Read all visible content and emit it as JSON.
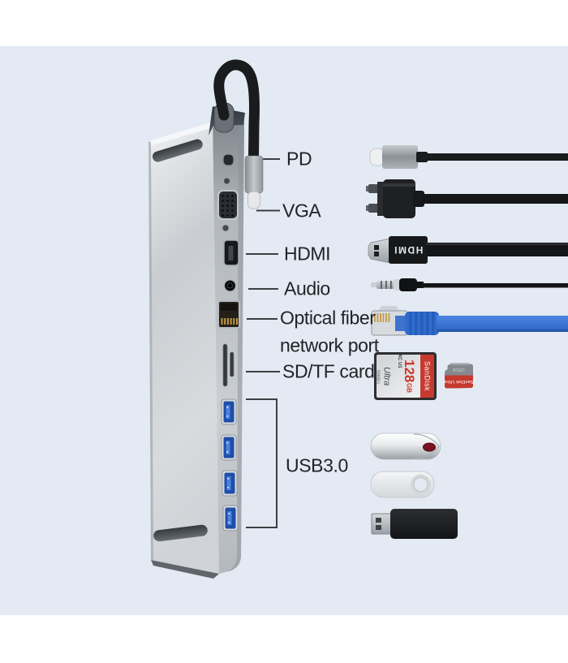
{
  "colors": {
    "background_panel": "#e3eaf3",
    "frame": "#ffffff",
    "label_text": "#212326",
    "leader_line": "#3d3f41",
    "usb_port_blue": "#2a5cb8",
    "ethernet_blue": "#2f6cd0",
    "sandisk_red": "#c73a30"
  },
  "port_labels": {
    "pd": "PD",
    "vga": "VGA",
    "hdmi": "HDMI",
    "audio": "Audio",
    "ethernet_line1": "Optical fiber",
    "ethernet_line2": "network port",
    "sd_tf": "SD/TF card",
    "usb3": "USB3.0"
  },
  "hdmi_cable": {
    "connector_text": "HDMI"
  },
  "sd_card": {
    "brand": "SanDisk",
    "series": "Ultra",
    "capacity": "128",
    "capacity_unit": "GB",
    "speed": "80MB/s",
    "card_type": "XC",
    "speed_class": "U1"
  },
  "micro_sd_card": {
    "brand": "SanDisk",
    "series": "Ultra",
    "capacity": "128GB"
  },
  "accessory_names": [
    "usb-c-cable",
    "vga-cable",
    "hdmi-cable",
    "audio-cable",
    "ethernet-cable",
    "sd-card",
    "micro-sd-card",
    "usb-flash-drive-metal",
    "usb-flash-drive-white",
    "usb-flash-drive-black"
  ]
}
